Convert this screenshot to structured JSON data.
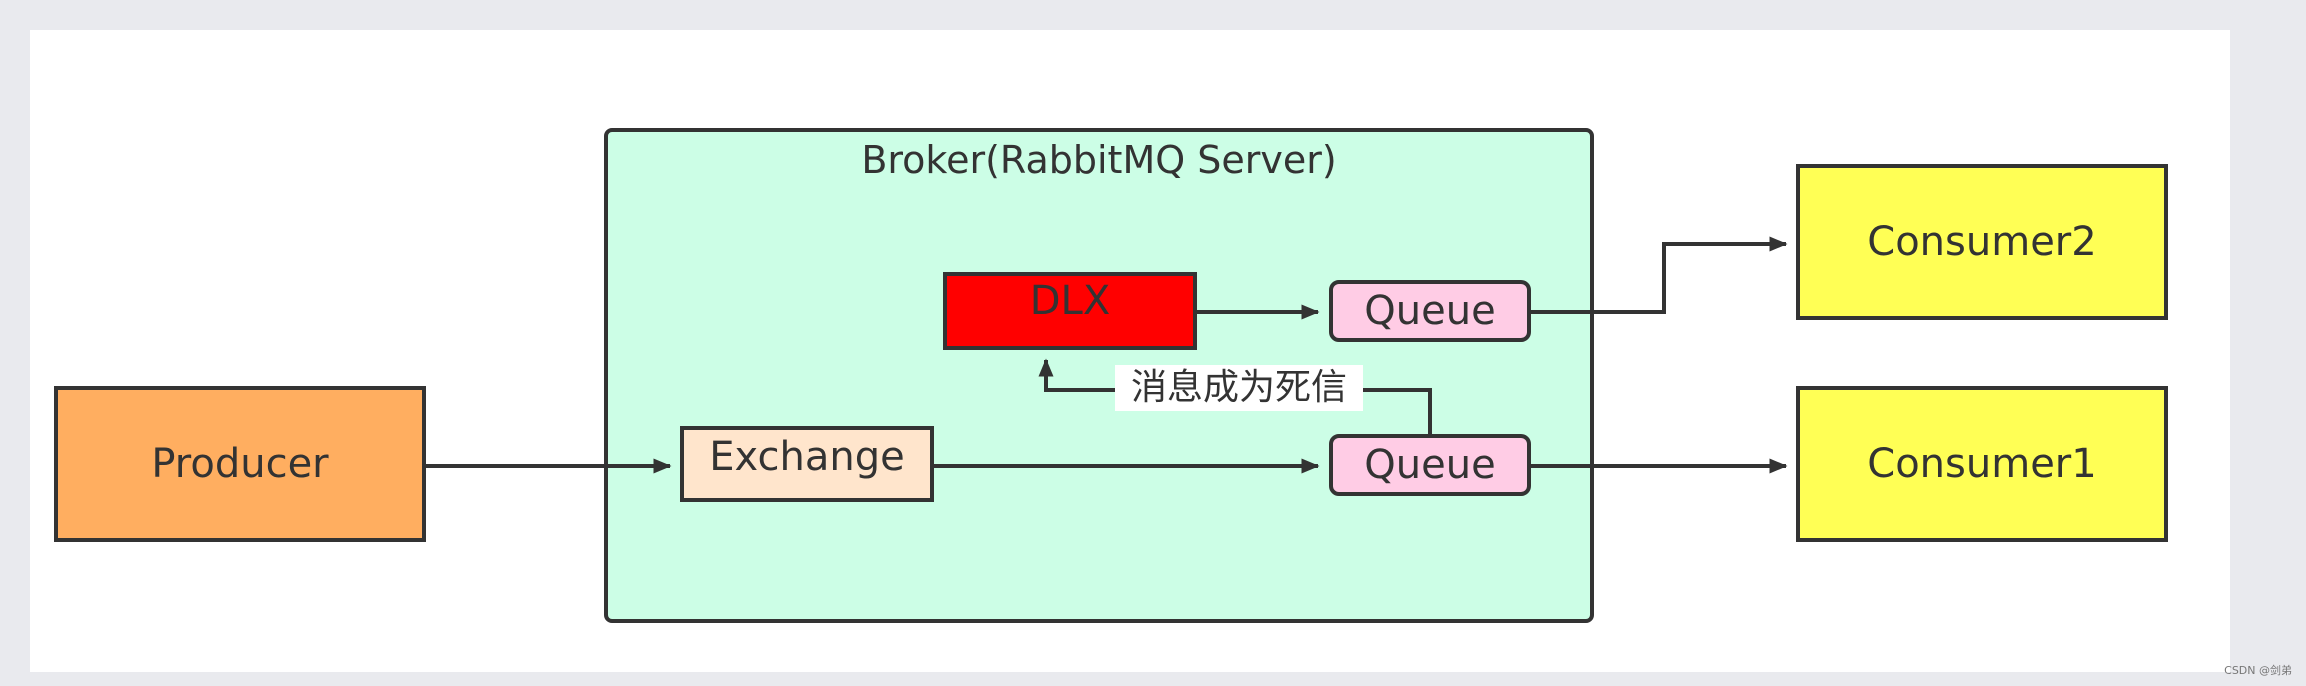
{
  "nodes": {
    "broker": "Broker(RabbitMQ Server)",
    "producer": "Producer",
    "exchange": "Exchange",
    "dlx": "DLX",
    "queue_top": "Queue",
    "queue_bottom": "Queue",
    "consumer2": "Consumer2",
    "consumer1": "Consumer1"
  },
  "edge_label": "消息成为死信",
  "watermark": "CSDN @剑弟",
  "colors": {
    "broker_fill": "#ccfee6",
    "producer_fill": "#ffae60",
    "exchange_fill": "#ffe5cc",
    "dlx_fill": "#ff0000",
    "queue_fill": "#ffcce5",
    "consumer_fill": "#ffff55",
    "stroke": "#333333"
  }
}
